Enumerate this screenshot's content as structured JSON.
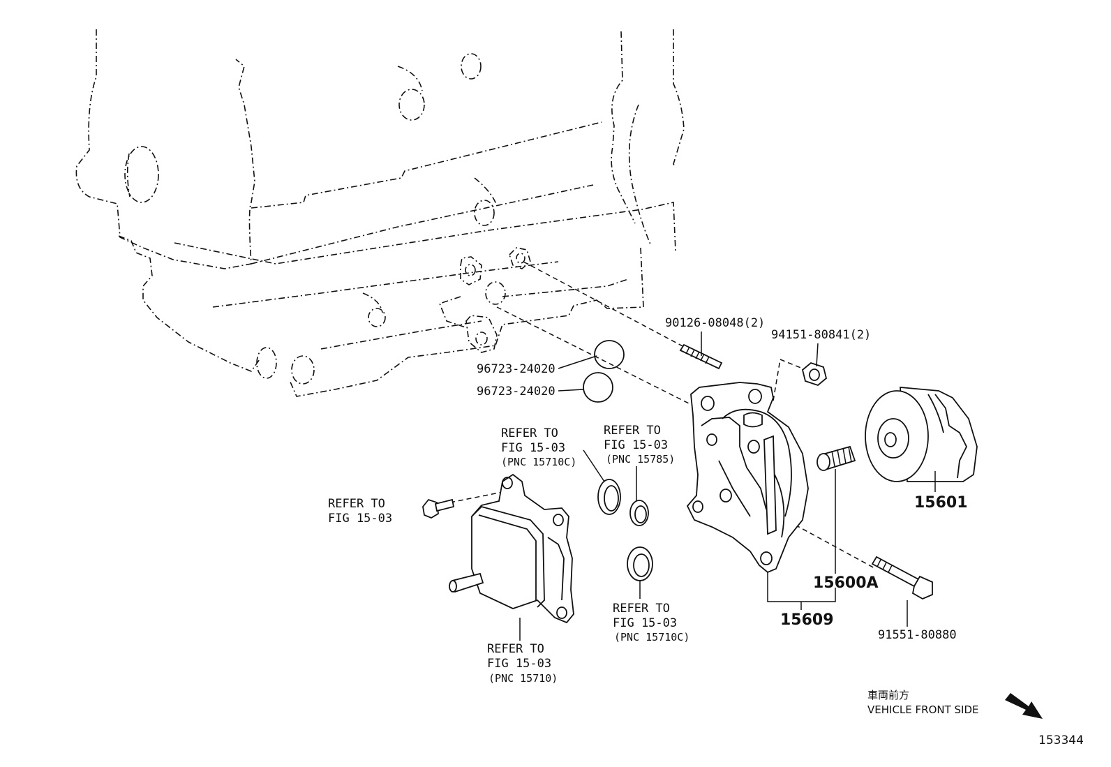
{
  "labels": {
    "stud_bolt": "90126-08048(2)",
    "nut": "94151-80841(2)",
    "oring_upper": "96723-24020",
    "oring_lower": "96723-24020",
    "filter": "15601",
    "union": "15600A",
    "bracket_group": "15609",
    "bolt": "91551-80880",
    "refer_bolt_1": "REFER TO",
    "refer_bolt_2": "FIG 15-03",
    "refer_ring_left_1": "REFER TO",
    "refer_ring_left_2": "FIG 15-03",
    "refer_ring_left_3": "(PNC 15710C)",
    "refer_ring_right_1": "REFER TO",
    "refer_ring_right_2": "FIG 15-03",
    "refer_ring_right_3": "(PNC 15785)",
    "refer_ring_low_1": "REFER TO",
    "refer_ring_low_2": "FIG 15-03",
    "refer_ring_low_3": "(PNC 15710C)",
    "refer_cooler_1": "REFER TO",
    "refer_cooler_2": "FIG 15-03",
    "refer_cooler_3": "(PNC 15710)"
  },
  "footer": {
    "direction_jp": "車両前方",
    "direction_en": "VEHICLE FRONT SIDE",
    "figure_id": "153344"
  }
}
